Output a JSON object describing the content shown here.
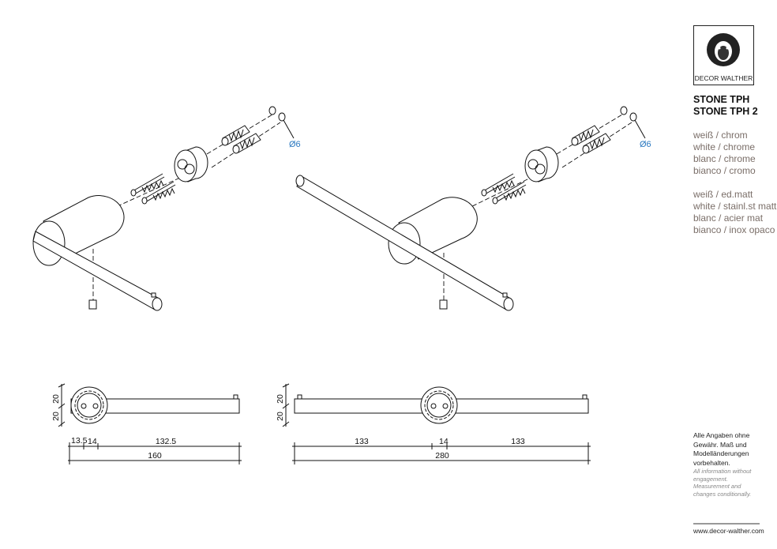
{
  "brand": {
    "logo_text": "DECOR WALTHER"
  },
  "products": [
    "STONE TPH",
    "STONE TPH 2"
  ],
  "finishes": [
    [
      "weiß / chrom",
      "white / chrome",
      "blanc / chrome",
      "bianco / cromo"
    ],
    [
      "weiß / ed.matt",
      "white / stainl.st matt",
      "blanc / acier mat",
      "bianco / inox opaco"
    ]
  ],
  "drill_label": "Ø6",
  "dims_left": {
    "h1": "20",
    "h2": "20",
    "a": "13.5",
    "b": "14",
    "c": "132.5",
    "total": "160"
  },
  "dims_right": {
    "h1": "20",
    "h2": "20",
    "a": "133",
    "b": "14",
    "c": "133",
    "total": "280"
  },
  "disclaimer": {
    "de": "Alle Angaben ohne Gewähr. Maß und Modelländerungen vorbehalten.",
    "en": "All information without engagement. Measurement and changes conditionally."
  },
  "website": "www.decor-walther.com"
}
